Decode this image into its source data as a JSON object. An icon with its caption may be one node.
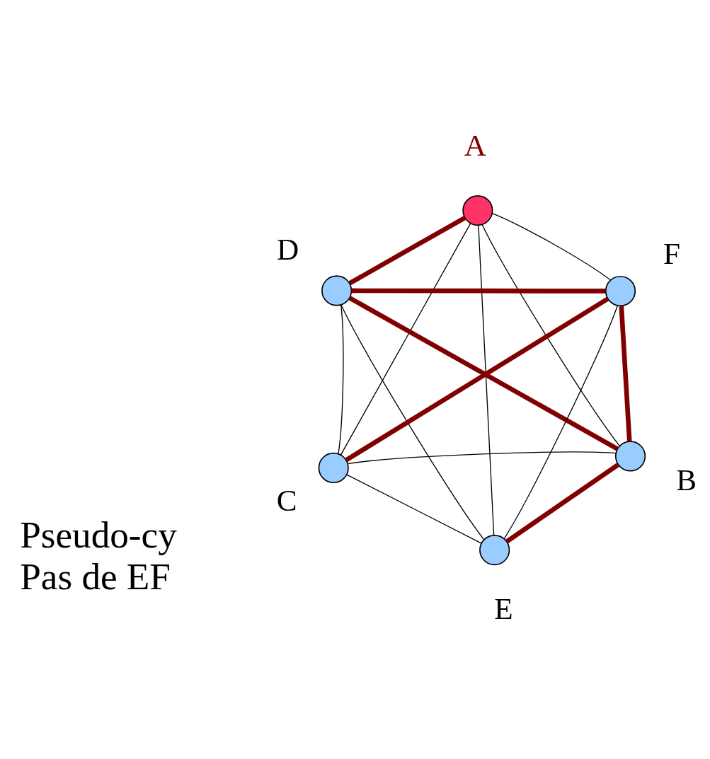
{
  "diagram": {
    "nodes": [
      {
        "text": [],
        "shape": "circle",
        "beside": [
          "A"
        ]
      },
      {
        "text": [],
        "shape": "circle",
        "beside": [
          "B"
        ]
      },
      {
        "text": [],
        "shape": "circle",
        "beside": [
          "C"
        ]
      },
      {
        "text": [],
        "shape": "circle",
        "beside": [
          "D"
        ]
      },
      {
        "text": [],
        "shape": "circle",
        "beside": [
          "E"
        ]
      },
      {
        "text": [],
        "shape": "circle",
        "beside": [
          "F"
        ]
      }
    ],
    "edges": [
      {
        "from": 0,
        "to": 5,
        "arrow": "none"
      },
      {
        "from": 0,
        "to": 4,
        "arrow": "none"
      },
      {
        "from": 0,
        "to": 2,
        "arrow": "none"
      },
      {
        "from": 0,
        "to": 1,
        "arrow": "none"
      },
      {
        "from": 5,
        "to": 4,
        "arrow": "none"
      },
      {
        "from": 1,
        "to": 2,
        "arrow": "none"
      },
      {
        "from": 4,
        "to": 2,
        "arrow": "none"
      },
      {
        "from": 4,
        "to": 3,
        "arrow": "none"
      },
      {
        "from": 3,
        "to": 2,
        "arrow": "none"
      },
      {
        "from": 0,
        "to": 3,
        "arrow": "none",
        "style": "thick",
        "color": "#800000"
      },
      {
        "from": 5,
        "to": 1,
        "arrow": "none",
        "style": "thick",
        "color": "#800000"
      },
      {
        "from": 5,
        "to": 2,
        "arrow": "none",
        "style": "thick",
        "color": "#800000"
      },
      {
        "from": 5,
        "to": 3,
        "arrow": "none",
        "style": "thick",
        "color": "#800000"
      },
      {
        "from": 1,
        "to": 4,
        "arrow": "none",
        "style": "thick",
        "color": "#800000"
      },
      {
        "from": 1,
        "to": 3,
        "arrow": "none",
        "style": "thick",
        "color": "#800000"
      }
    ],
    "labels": [
      "Pseudo-cy",
      "Pas de EF"
    ]
  }
}
